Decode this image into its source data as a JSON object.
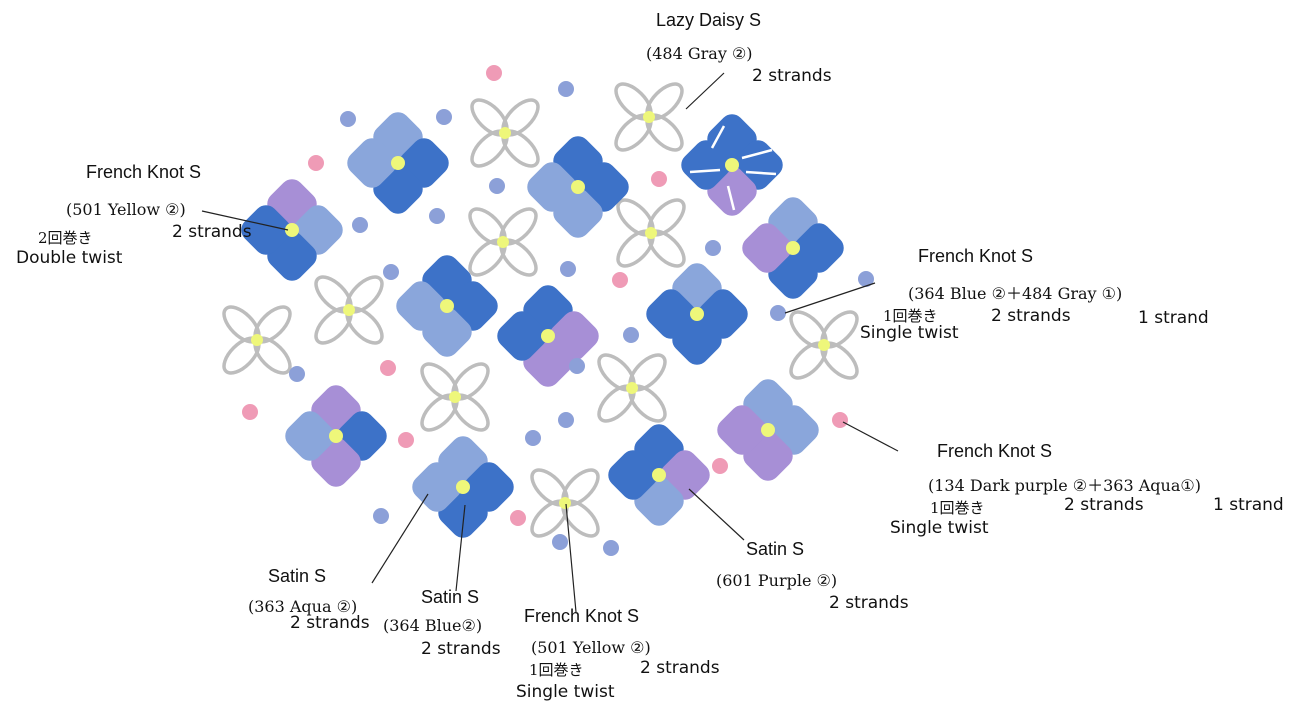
{
  "colors": {
    "blue": "#3d72c8",
    "aqua": "#8aa6db",
    "purple": "#a78fd6",
    "yellow_center": "#eef77a",
    "pink_dot": "#ef9bb6",
    "blue_dot": "#8ca0d8",
    "daisy_outline": "#bdbdbd"
  },
  "labels": {
    "lazy_daisy": {
      "title": "Lazy Daisy S",
      "thread": "(484  Gray ②)",
      "strands": "2 strands"
    },
    "fk_yellow_double": {
      "title": "French Knot S",
      "thread": "(501 Yellow ②)",
      "twist_jp": "2回巻き",
      "twist": "Double twist",
      "strands": "2 strands"
    },
    "fk_blue_gray": {
      "title": "French Knot S",
      "thread": "(364  Blue ②＋484 Gray ①)",
      "twist_jp": "1回巻き",
      "twist": "Single twist",
      "strands_a": "2 strands",
      "strands_b": "1 strand"
    },
    "fk_purple_aqua": {
      "title": "French Knot S",
      "thread": "(134 Dark purple ②＋363 Aqua①)",
      "twist_jp": "1回巻き",
      "twist": "Single twist",
      "strands_a": "2 strands",
      "strands_b": "1 strand"
    },
    "satin_purple": {
      "title": "Satin S",
      "thread": "(601  Purple ②)",
      "strands": "2 strands"
    },
    "satin_aqua": {
      "title": "Satin S",
      "thread": "(363  Aqua ②)",
      "strands": "2 strands"
    },
    "satin_blue": {
      "title": "Satin S",
      "thread": "(364 Blue②)",
      "strands": "2 strands"
    },
    "fk_yellow_single": {
      "title": "French Knot S",
      "thread": "(501  Yellow ②)",
      "twist_jp": "1回巻き",
      "twist": "Single twist",
      "strands": "2 strands"
    }
  }
}
